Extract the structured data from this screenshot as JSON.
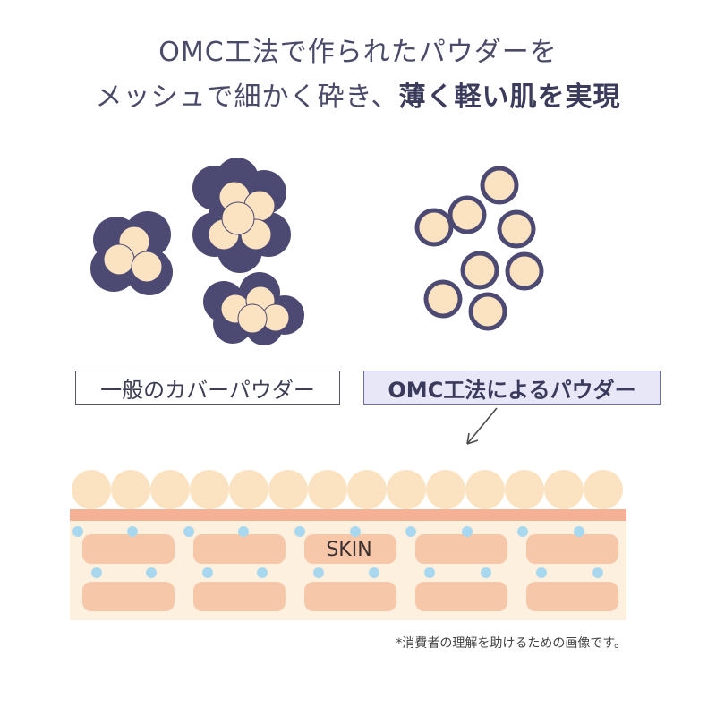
{
  "headline": {
    "line1": "OMC工法で作られたパウダーを",
    "line2_normal": "メッシュで細かく砕き、",
    "line2_bold": "薄く軽い肌を実現"
  },
  "labels": {
    "general_powder": "一般のカバーパウダー",
    "omc_powder": "OMC工法によるパウダー"
  },
  "skin_label": "SKIN",
  "footnote": "*消費者の理解を助けるための画像です。",
  "colors": {
    "particle_fill": "#fbe3c2",
    "particle_outline": "#4c4a72",
    "cell_fill": "#f7c7aa",
    "skin_base": "#fdf0de",
    "skin_top_band": "#f4b196",
    "moisture_dot": "#a8d8ef"
  }
}
